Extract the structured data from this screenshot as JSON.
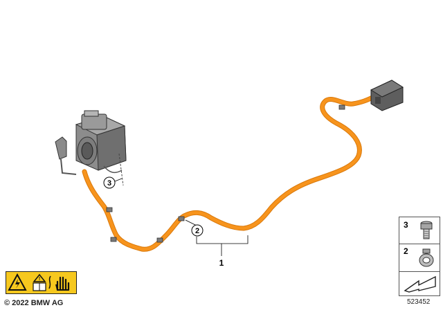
{
  "callouts": {
    "main_cable": "1",
    "clamp": "2",
    "screw": "3"
  },
  "legend": {
    "items": [
      {
        "number": "3",
        "part": "screw-icon"
      },
      {
        "number": "2",
        "part": "cable-clip-icon"
      }
    ],
    "arrow_icon": "direction-arrow-icon"
  },
  "footer": {
    "copyright": "© 2022 BMW AG",
    "diagram_id": "523452"
  },
  "warning_icons": [
    "high-voltage-warning-icon",
    "read-manual-icon",
    "no-touch-hand-icon"
  ],
  "colors": {
    "cable": "#f7941d",
    "cable_edge": "#d9780a",
    "component": "#6e6e6e",
    "warning_bg": "#f6c81e"
  }
}
